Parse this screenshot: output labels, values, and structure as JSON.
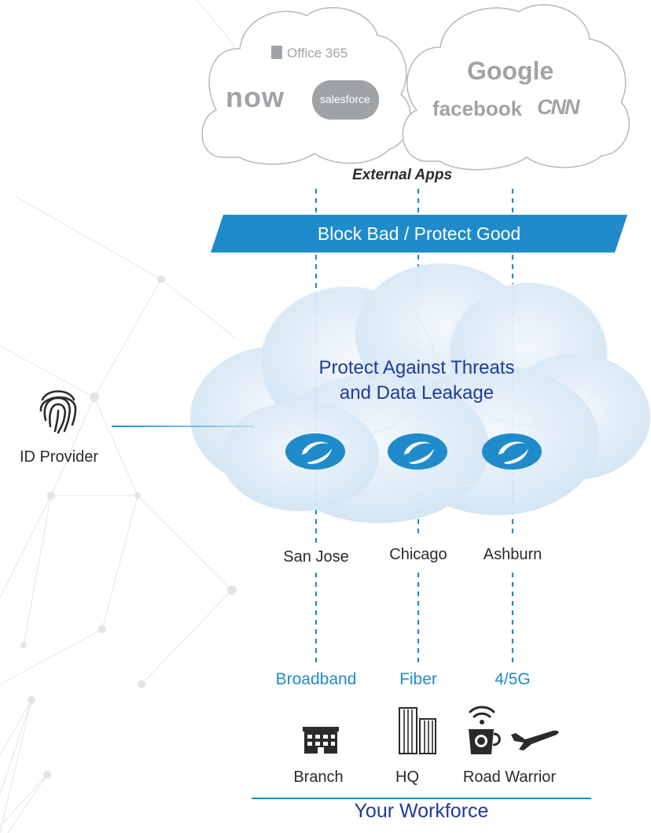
{
  "external_apps": {
    "logos": {
      "office365": "Office 365",
      "now": "now",
      "salesforce": "salesforce",
      "google": "Google",
      "facebook": "facebook",
      "cnn": "CNN"
    },
    "label": "External Apps"
  },
  "banner": {
    "text": "Block Bad / Protect Good"
  },
  "cloud": {
    "title_line1": "Protect Against Threats",
    "title_line2": "and Data Leakage"
  },
  "id_provider": {
    "label": "ID Provider",
    "icon": "fingerprint-icon"
  },
  "data_centers": [
    {
      "name": "San Jose"
    },
    {
      "name": "Chicago"
    },
    {
      "name": "Ashburn"
    }
  ],
  "connections": [
    {
      "type": "Broadband"
    },
    {
      "type": "Fiber"
    },
    {
      "type": "4/5G"
    }
  ],
  "locations": [
    {
      "label": "Branch",
      "icon": "building-icon"
    },
    {
      "label": "HQ",
      "icon": "skyscraper-icon"
    },
    {
      "label": "Road Warrior",
      "icon": "coffee-wifi-icon"
    }
  ],
  "workforce": {
    "label": "Your Workforce"
  },
  "colors": {
    "blue_accent": "#1f8bcb",
    "navy_text": "#1f3a99",
    "cloud_fill": "#d6e9f7",
    "logo_gray": "#a0a3a6"
  }
}
